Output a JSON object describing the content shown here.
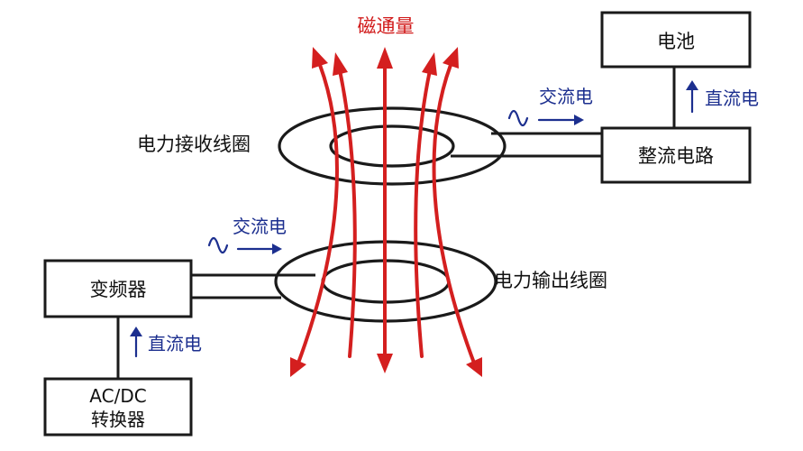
{
  "labels": {
    "magnetic_flux": "磁通量",
    "battery": "电池",
    "rectifier": "整流电路",
    "receiver_coil": "电力接收线圈",
    "transmitter_coil": "电力输出线圈",
    "inverter": "变频器",
    "acdc_line1": "AC/DC",
    "acdc_line2": "转换器",
    "ac_top": "交流电",
    "ac_bottom": "交流电",
    "dc_top": "直流电",
    "dc_bottom": "直流电"
  },
  "colors": {
    "flux": "#d41f1f",
    "current": "#1c2f8f",
    "line": "#1a1a1a"
  }
}
